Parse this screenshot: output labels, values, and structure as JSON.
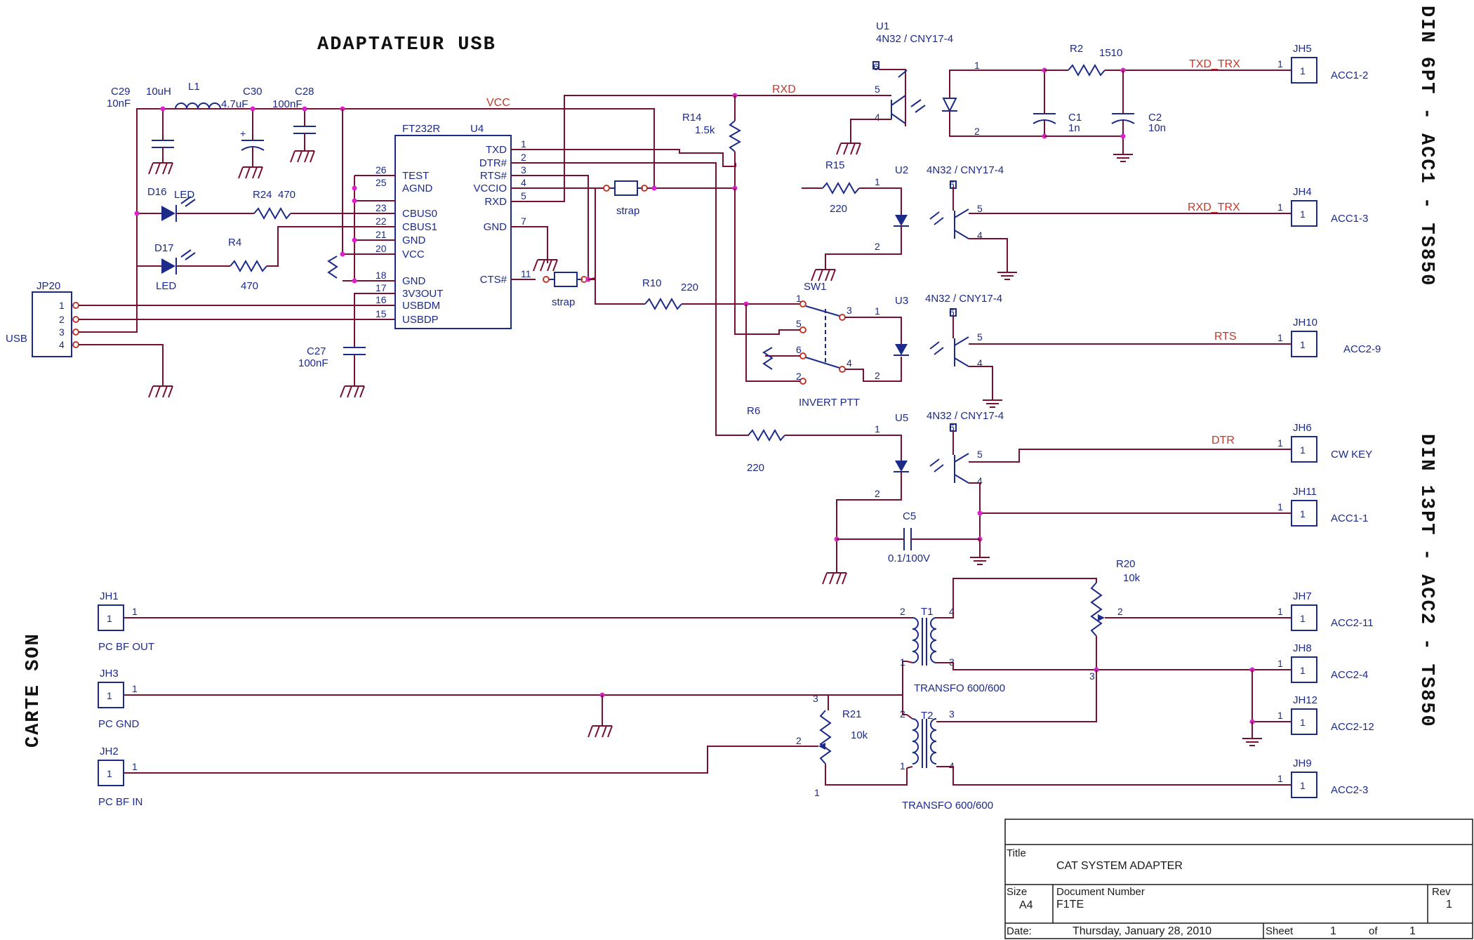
{
  "titles": {
    "adaptateur": "ADAPTATEUR USB",
    "carte_son": "CARTE SON",
    "din6": "DIN 6PT - ACC1 - TS850",
    "din13": "DIN 13PT - ACC2 - TS850"
  },
  "nets": {
    "vcc": "VCC",
    "rxd": "RXD",
    "txd_trx": "TXD_TRX",
    "rxd_trx": "RXD_TRX",
    "rts": "RTS",
    "dtr": "DTR"
  },
  "components": {
    "c29": {
      "ref": "C29",
      "value": "10nF"
    },
    "l1": {
      "ref": "L1",
      "value": "10uH"
    },
    "c30": {
      "ref": "C30",
      "value": "4.7uF"
    },
    "c28": {
      "ref": "C28",
      "value": "100nF"
    },
    "c27": {
      "ref": "C27",
      "value": "100nF"
    },
    "u4": {
      "ref": "U4",
      "part": "FT232R"
    },
    "d16": {
      "ref": "D16",
      "value": "LED"
    },
    "d17": {
      "ref": "D17",
      "value": "LED"
    },
    "r24": {
      "ref": "R24",
      "value": "470"
    },
    "r4": {
      "ref": "R4",
      "value": "470"
    },
    "r14": {
      "ref": "R14",
      "value": "1.5k"
    },
    "r15": {
      "ref": "R15",
      "value": "220"
    },
    "r10": {
      "ref": "R10",
      "value": "220"
    },
    "r6": {
      "ref": "R6",
      "value": "220"
    },
    "r2": {
      "ref": "R2",
      "value": "1510"
    },
    "c1": {
      "ref": "C1",
      "value": "1n"
    },
    "c2": {
      "ref": "C2",
      "value": "10n"
    },
    "c5": {
      "ref": "C5",
      "value": "0.1/100V"
    },
    "r20": {
      "ref": "R20",
      "value": "10k"
    },
    "r21": {
      "ref": "R21",
      "value": "10k"
    },
    "u1": {
      "ref": "U1",
      "part": "4N32 / CNY17-4"
    },
    "u2": {
      "ref": "U2",
      "part": "4N32 / CNY17-4"
    },
    "u3": {
      "ref": "U3",
      "part": "4N32 / CNY17-4"
    },
    "u5": {
      "ref": "U5",
      "part": "4N32 / CNY17-4"
    },
    "sw1": {
      "ref": "SW1",
      "value": "INVERT PTT"
    },
    "t1": {
      "ref": "T1",
      "value": "TRANSFO 600/600"
    },
    "t2": {
      "ref": "T2",
      "value": "TRANSFO 600/600"
    },
    "jp20": {
      "ref": "JP20",
      "value": "USB"
    },
    "strap": "strap"
  },
  "ft232_pins_left": [
    {
      "num": "26",
      "name": "TEST"
    },
    {
      "num": "25",
      "name": "AGND"
    },
    {
      "num": "23",
      "name": "CBUS0"
    },
    {
      "num": "22",
      "name": "CBUS1"
    },
    {
      "num": "21",
      "name": "GND"
    },
    {
      "num": "20",
      "name": "VCC"
    },
    {
      "num": "18",
      "name": "GND"
    },
    {
      "num": "17",
      "name": "3V3OUT"
    },
    {
      "num": "16",
      "name": "USBDM"
    },
    {
      "num": "15",
      "name": "USBDP"
    }
  ],
  "ft232_pins_right": [
    {
      "num": "1",
      "name": "TXD"
    },
    {
      "num": "2",
      "name": "DTR#"
    },
    {
      "num": "3",
      "name": "RTS#"
    },
    {
      "num": "4",
      "name": "VCCIO"
    },
    {
      "num": "5",
      "name": "RXD"
    },
    {
      "num": "7",
      "name": "GND"
    },
    {
      "num": "11",
      "name": "CTS#"
    }
  ],
  "connectors": [
    {
      "ref": "JH5",
      "label": "ACC1-2"
    },
    {
      "ref": "JH4",
      "label": "ACC1-3"
    },
    {
      "ref": "JH10",
      "label": "ACC2-9"
    },
    {
      "ref": "JH6",
      "label": "CW KEY"
    },
    {
      "ref": "JH11",
      "label": "ACC1-1"
    },
    {
      "ref": "JH7",
      "label": "ACC2-11"
    },
    {
      "ref": "JH8",
      "label": "ACC2-4"
    },
    {
      "ref": "JH12",
      "label": "ACC2-12"
    },
    {
      "ref": "JH9",
      "label": "ACC2-3"
    },
    {
      "ref": "JH1",
      "label": "PC BF OUT"
    },
    {
      "ref": "JH3",
      "label": "PC GND"
    },
    {
      "ref": "JH2",
      "label": "PC BF IN"
    }
  ],
  "title_block": {
    "title_label": "Title",
    "title": "CAT SYSTEM ADAPTER",
    "size_label": "Size",
    "size": "A4",
    "docnum_label": "Document Number",
    "docnum": "F1TE",
    "rev_label": "Rev",
    "rev": "1",
    "date_label": "Date:",
    "date": "Thursday, January 28, 2010",
    "sheet_label": "Sheet",
    "sheet": "1",
    "of_label": "of",
    "of": "1"
  }
}
